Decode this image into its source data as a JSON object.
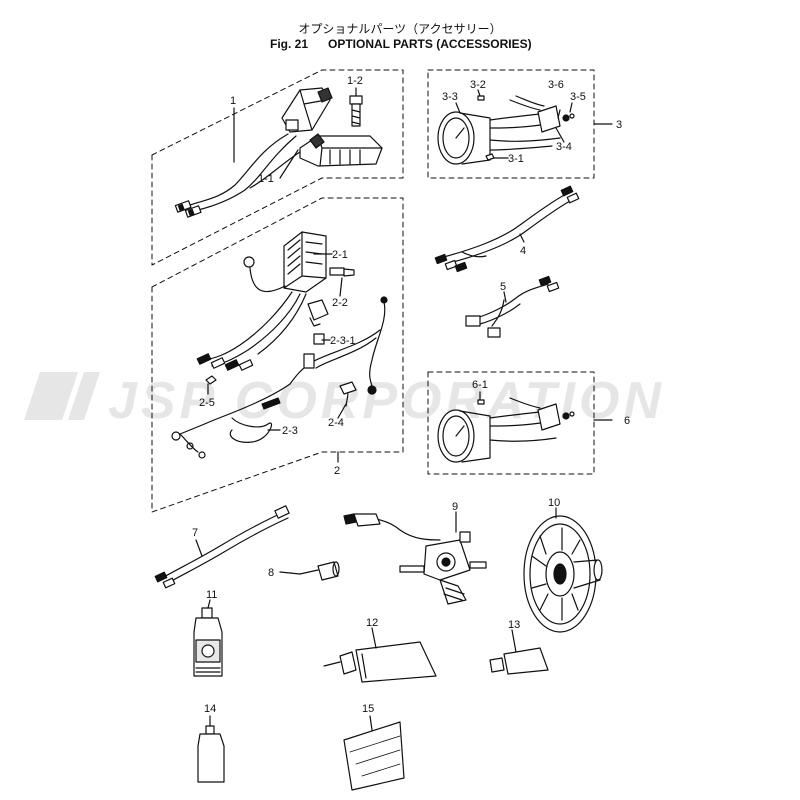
{
  "header": {
    "title_jp": "オプショナルパーツ（アクセサリー）",
    "fig_label": "Fig. 21",
    "title_en": "OPTIONAL PARTS (ACCESSORIES)"
  },
  "watermark": {
    "text": "JSP CORPORATION"
  },
  "callouts": {
    "c1": "1",
    "c1_1": "1-1",
    "c1_2": "1-2",
    "c2": "2",
    "c2_1": "2-1",
    "c2_2": "2-2",
    "c2_3": "2-3",
    "c2_3_1": "2-3-1",
    "c2_4": "2-4",
    "c2_5": "2-5",
    "c3": "3",
    "c3_1": "3-1",
    "c3_2": "3-2",
    "c3_3": "3-3",
    "c3_4": "3-4",
    "c3_5": "3-5",
    "c3_6": "3-6",
    "c4": "4",
    "c5": "5",
    "c6": "6",
    "c6_1": "6-1",
    "c7": "7",
    "c8": "8",
    "c9": "9",
    "c10": "10",
    "c11": "11",
    "c12": "12",
    "c13": "13",
    "c14": "14",
    "c15": "15"
  },
  "colors": {
    "line": "#111111",
    "watermark": "#e6e6e6",
    "background": "#ffffff"
  }
}
